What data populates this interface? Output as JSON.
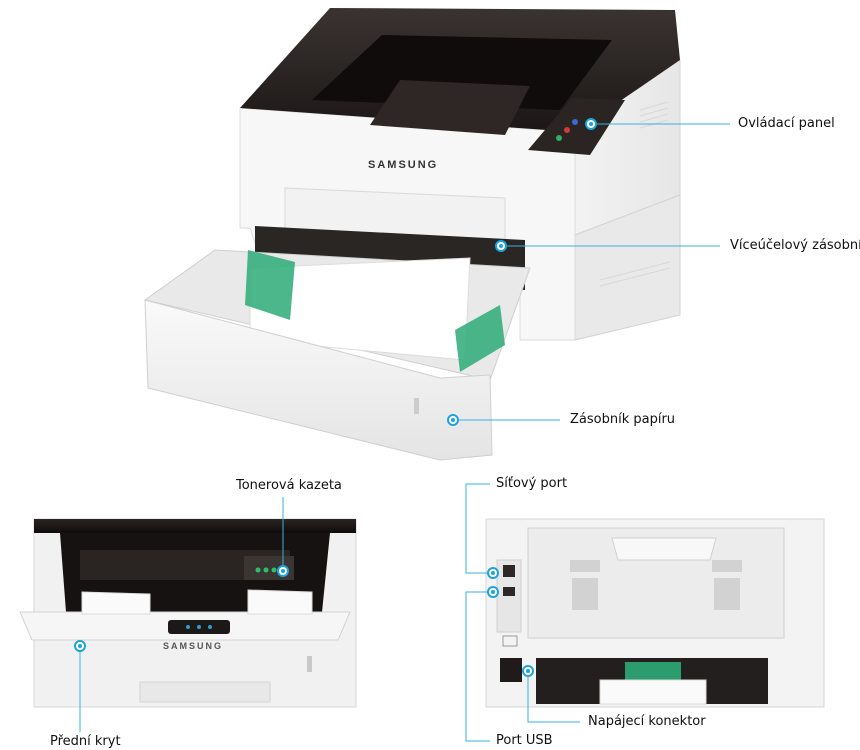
{
  "brand": "SAMSUNG",
  "colors": {
    "callout": "#1ea3dd",
    "line": "#3ab0e2",
    "accent_green": "#2eaa78"
  },
  "labels": {
    "control_panel": "Ovládací panel",
    "multipurpose_tray": "Víceúčelový zásobník",
    "paper_tray": "Zásobník papíru",
    "toner_cartridge": "Tonerová kazeta",
    "front_cover": "Přední kryt",
    "network_port": "Síťový port",
    "usb_port": "Port USB",
    "power_connector": "Napájecí konektor"
  }
}
